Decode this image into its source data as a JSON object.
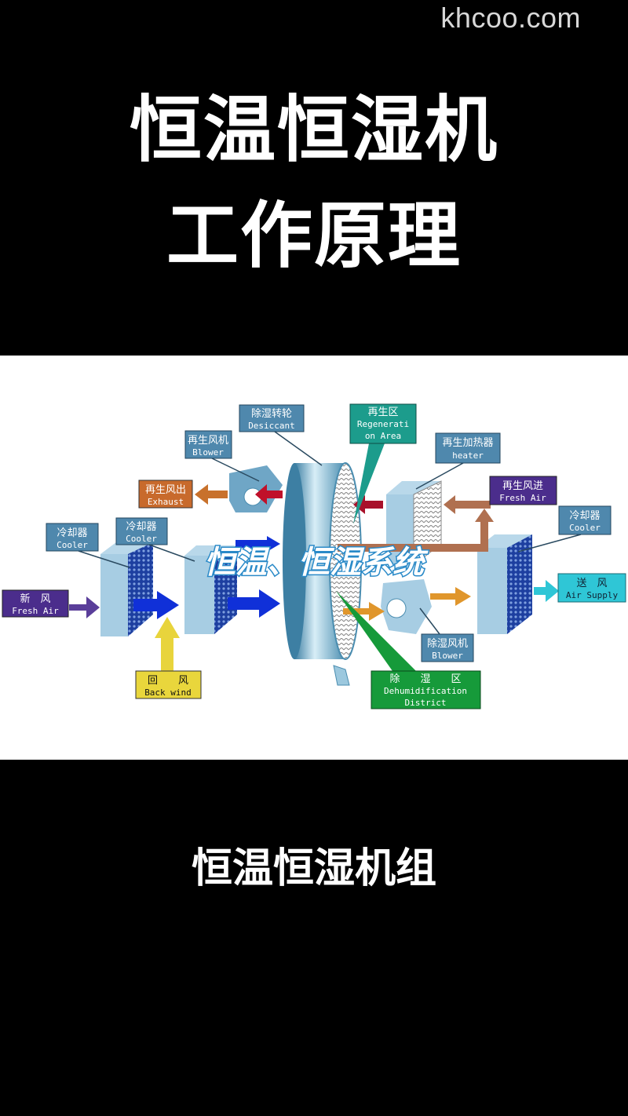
{
  "watermark": "khcoo.com",
  "title": {
    "line1": "恒温恒湿机",
    "line2": "工作原理"
  },
  "diagram": {
    "overlay": "恒温、恒湿系统",
    "labels": {
      "desiccant": {
        "zh": "除湿转轮",
        "en": "Desiccant"
      },
      "regen_blower": {
        "zh": "再生风机",
        "en": "Blower"
      },
      "exhaust": {
        "zh": "再生风出",
        "en": "Exhaust"
      },
      "cooler1": {
        "zh": "冷却器",
        "en": "Cooler"
      },
      "cooler2": {
        "zh": "冷却器",
        "en": "Cooler"
      },
      "fresh_air": {
        "zh": "新　风",
        "en": "Fresh Air"
      },
      "back_wind": {
        "zh": "回　　风",
        "en": "Back wind"
      },
      "regen_area": {
        "zh": "再生区",
        "en1": "Regenerati",
        "en2": "on Area"
      },
      "heater": {
        "zh": "再生加热器",
        "en": "heater"
      },
      "regen_fresh_air": {
        "zh": "再生风进",
        "en": "Fresh Air"
      },
      "cooler3": {
        "zh": "冷却器",
        "en": "Cooler"
      },
      "air_supply": {
        "zh": "送　风",
        "en": "Air Supply"
      },
      "dehum_blower": {
        "zh": "除湿风机",
        "en": "Blower"
      },
      "dehum_district": {
        "zh": "除　　湿　　区",
        "en1": "Dehumidification",
        "en2": "District"
      }
    },
    "colors": {
      "label": "#4f88ad",
      "exhaust": "#c86a2c",
      "purple": "#4b2d8c",
      "yellow": "#e9d63c",
      "teal": "#1c9c8c",
      "cyan": "#2fc6d6",
      "green": "#169a3a"
    }
  },
  "caption": "恒温恒湿机组"
}
